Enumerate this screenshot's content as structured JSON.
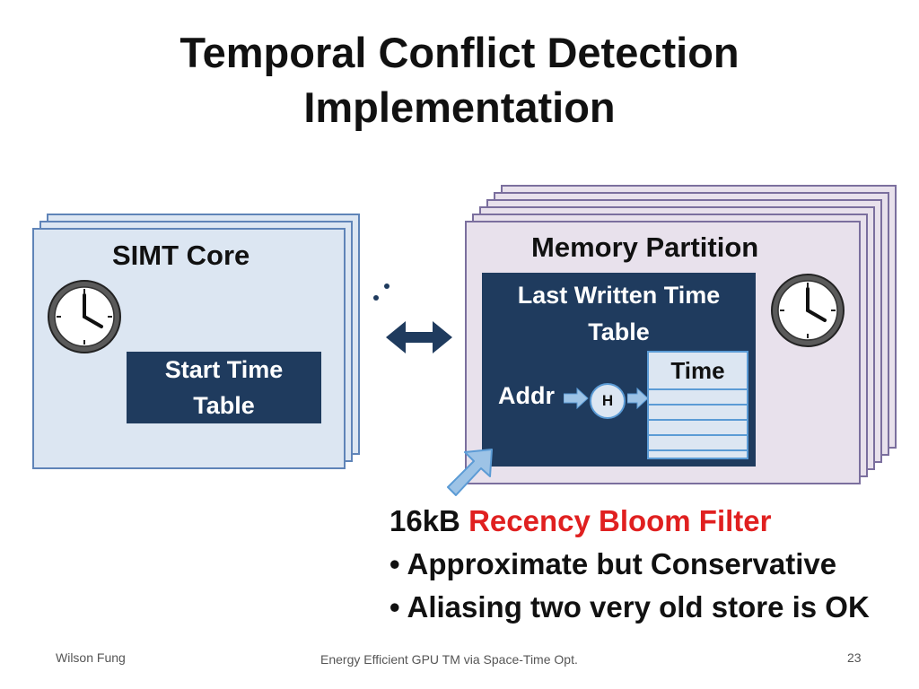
{
  "slide": {
    "title_line1": "Temporal Conflict Detection",
    "title_line2": "Implementation"
  },
  "simt": {
    "label": "SIMT Core",
    "start_table_line1": "Start Time",
    "start_table_line2": "Table"
  },
  "memory": {
    "label": "Memory Partition",
    "table_line1": "Last Written Time",
    "table_line2": "Table",
    "time_label": "Time",
    "addr_label": "Addr",
    "hash_label": "H"
  },
  "notes": {
    "size_prefix": "16kB",
    "filter_name": "Recency Bloom Filter",
    "bullet_char": "•",
    "bullet1": "Approximate but Conservative",
    "bullet2": "Aliasing two very old store is OK"
  },
  "footer": {
    "author": "Wilson Fung",
    "center": "Energy Efficient GPU TM via Space-Time Opt.",
    "page_number": "23"
  },
  "colors": {
    "simt_fill": "#dce6f2",
    "memory_fill": "#e8e1ec",
    "table_fill": "#1f3b5e",
    "arrow": "#1f3b5e",
    "highlight": "#e02020"
  },
  "icons": {
    "clock": "clock-icon",
    "double_arrow": "double-arrow-icon",
    "pointer_arrow": "callout-arrow-icon"
  }
}
